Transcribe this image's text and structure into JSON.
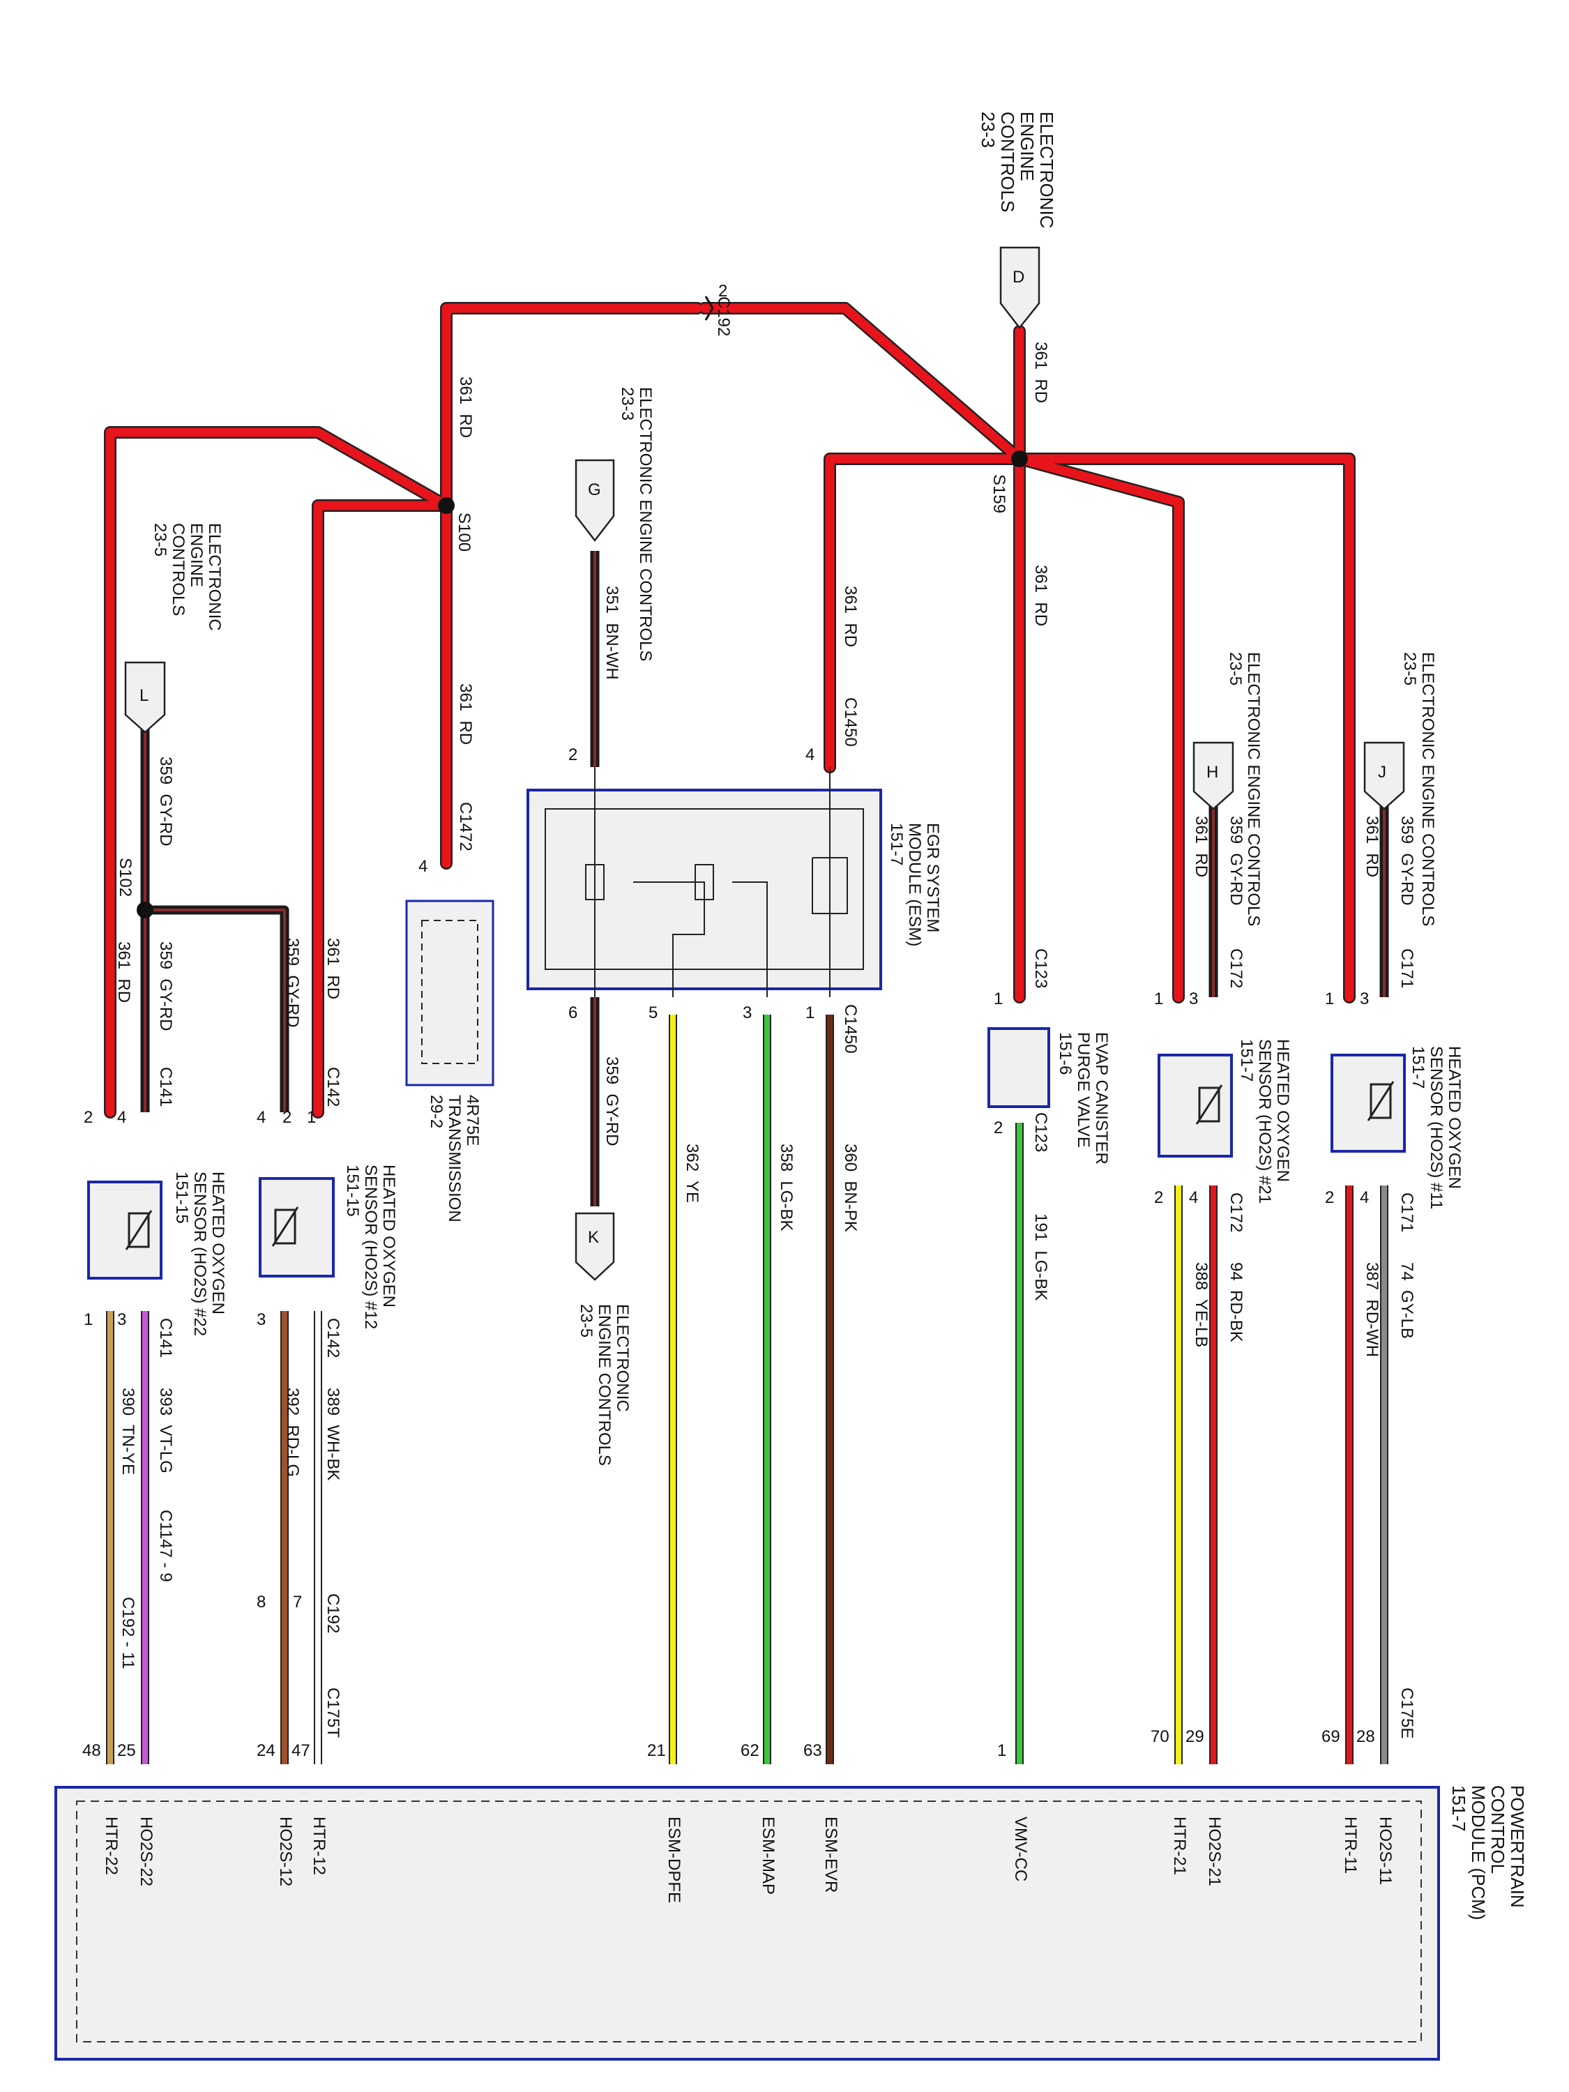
{
  "meta": {
    "colors": {
      "RD": "#e8141b",
      "BK": "#1a1a1a",
      "GY": "#8a8a8a",
      "BN": "#6b2c12",
      "WH": "#ffffff",
      "PK": "#e8a0b0",
      "YE": "#f5f01a",
      "LG": "#3cc63c",
      "TN": "#c8a050",
      "VT": "#c65ad0",
      "LB": "#4fb8e8",
      "module_border": "#1a28a8",
      "module_fill": "#f0f0f0"
    }
  },
  "texts": {
    "ec_top": "ELECTRONIC\nENGINE\nCONTROLS\n23-3",
    "ec_23_3_mid": "ELECTRONIC ENGINE CONTROLS\n23-3",
    "ec_left": "ELECTRONIC\nENGINE\nCONTROLS\n23-5",
    "ec_h": "ELECTRONIC ENGINE CONTROLS\n23-5",
    "ec_j": "ELECTRONIC ENGINE CONTROLS\n23-5",
    "ec_k": "ELECTRONIC\nENGINE CONTROLS\n23-5",
    "conn_D": "D",
    "conn_G": "G",
    "conn_L": "L",
    "conn_H": "H",
    "conn_J": "J",
    "conn_K": "K",
    "c192": "C192",
    "c192_pin": "2",
    "s100": "S100",
    "s159": "S159",
    "s102": "S102",
    "w361rd_top": "361  RD",
    "w361rd_s100": "361  RD",
    "w361rd_c1472": "361  RD",
    "w361rd_c1450": "361  RD",
    "w361rd_c123": "361  RD",
    "w351": "351  BN-WH",
    "w359_L": "359  GY-RD",
    "w359_s102a": "359  GY-RD",
    "w361_s102b": "361  RD",
    "w359_c142": "359  GY-RD",
    "w361_c142": "361  RD",
    "w359_c172": "359  GY-RD",
    "w361_c172": "361  RD",
    "w359_c171": "359  GY-RD",
    "w361_c171": "361  RD",
    "c141": "C141",
    "c142": "C142",
    "c172": "C172",
    "c171": "C171",
    "c1472": "C1472",
    "c1450": "C1450",
    "c123": "C123",
    "c141b": "C141",
    "c142b": "C142",
    "c172b": "C172",
    "c171b": "C171",
    "c1450b": "C1450",
    "c123b": "C123",
    "transmission": "4R75E\nTRANSMISSION\n29-2",
    "esm": "EGR SYSTEM\nMODULE (ESM)\n151-7",
    "evap": "EVAP CANISTER\nPURGE VALVE\n151-6",
    "ho2s21": "HEATED OXYGEN\nSENSOR (HO2S) #21\n151-7",
    "ho2s11": "HEATED OXYGEN\nSENSOR (HO2S) #11\n151-7",
    "ho2s22": "HEATED OXYGEN\nSENSOR (HO2S) #22\n151-15",
    "ho2s12": "HEATED OXYGEN\nSENSOR (HO2S) #12\n151-15",
    "pcm": "POWERTRAIN\nCONTROL\nMODULE (PCM)\n151-7",
    "w359_K": "359  GY-RD",
    "w362": "362  YE",
    "w358": "358  LG-BK",
    "w360": "360  BN-PK",
    "w191": "191  LG-BK",
    "w388": "388  YE-LB",
    "w94": "94  RD-BK",
    "w387": "387  RD-WH",
    "w74": "74  GY-LB",
    "w390": "390  TN-YE",
    "w393": "393  VT-LG",
    "w392": "392  RD-LG",
    "w389": "389  WH-BK",
    "c1147": "C1147 - 9",
    "c192_11": "C192 - 11",
    "c192_low": "C192",
    "c175t": "C175T",
    "c175e": "C175E",
    "pin_48": "48",
    "pin_25": "25",
    "pin_24": "24",
    "pin_47": "47",
    "pin_21": "21",
    "pin_62": "62",
    "pin_63": "63",
    "pin_1": "1",
    "pin_70": "70",
    "pin_29": "29",
    "pin_69": "69",
    "pin_28": "28",
    "pin_8": "8",
    "pin_7": "7",
    "p_HTR22": "HTR-22",
    "p_HO2S22": "HO2S-22",
    "p_HO2S12": "HO2S-12",
    "p_HTR12": "HTR-12",
    "p_DPFE": "ESM-DPFE",
    "p_MAP": "ESM-MAP",
    "p_EVR": "ESM-EVR",
    "p_VMV": "VMV-CC",
    "p_HTR21": "HTR-21",
    "p_HO2S21": "HO2S-21",
    "p_HTR11": "HTR-11",
    "p_HO2S11": "HO2S-11",
    "n2": "2",
    "n4": "4",
    "n1": "1",
    "n3": "3",
    "n5": "5",
    "n6": "6"
  }
}
